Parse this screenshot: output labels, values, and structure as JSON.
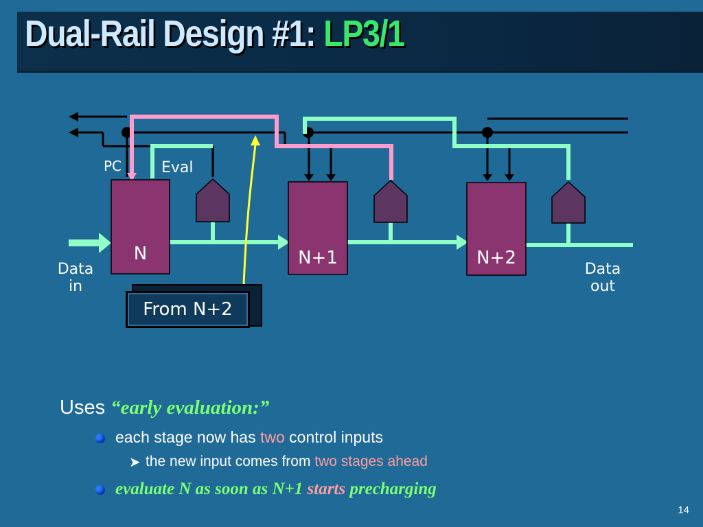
{
  "title": {
    "main": "Dual-Rail Design #1:",
    "accent": "LP3/1"
  },
  "diagram": {
    "stages": [
      "N",
      "N+1",
      "N+2"
    ],
    "control_labels": {
      "pc": "PC",
      "eval": "Eval"
    },
    "data_in": {
      "line1": "Data",
      "line2": "in"
    },
    "data_out": {
      "line1": "Data",
      "line2": "out"
    },
    "callout": "From N+2",
    "colors": {
      "stage": "#8a3470",
      "completion_gate": "#5c3560",
      "data_wire": "#8fffc6",
      "pc_wire": "#ff9ccc",
      "callout_arrow": "#ffff33",
      "wire": "#000000"
    }
  },
  "bullets": {
    "main": {
      "prefix": "Uses",
      "emphasis": "“early evaluation:”"
    },
    "item1": {
      "before": "each stage now has",
      "highlight": "two",
      "after": "control inputs"
    },
    "subitem": {
      "before": "the new input comes from",
      "highlight": "two stages ahead"
    },
    "item2": {
      "before": "evaluate N as soon as N+1",
      "highlight": "starts",
      "after": "precharging"
    }
  },
  "page_number": "14"
}
